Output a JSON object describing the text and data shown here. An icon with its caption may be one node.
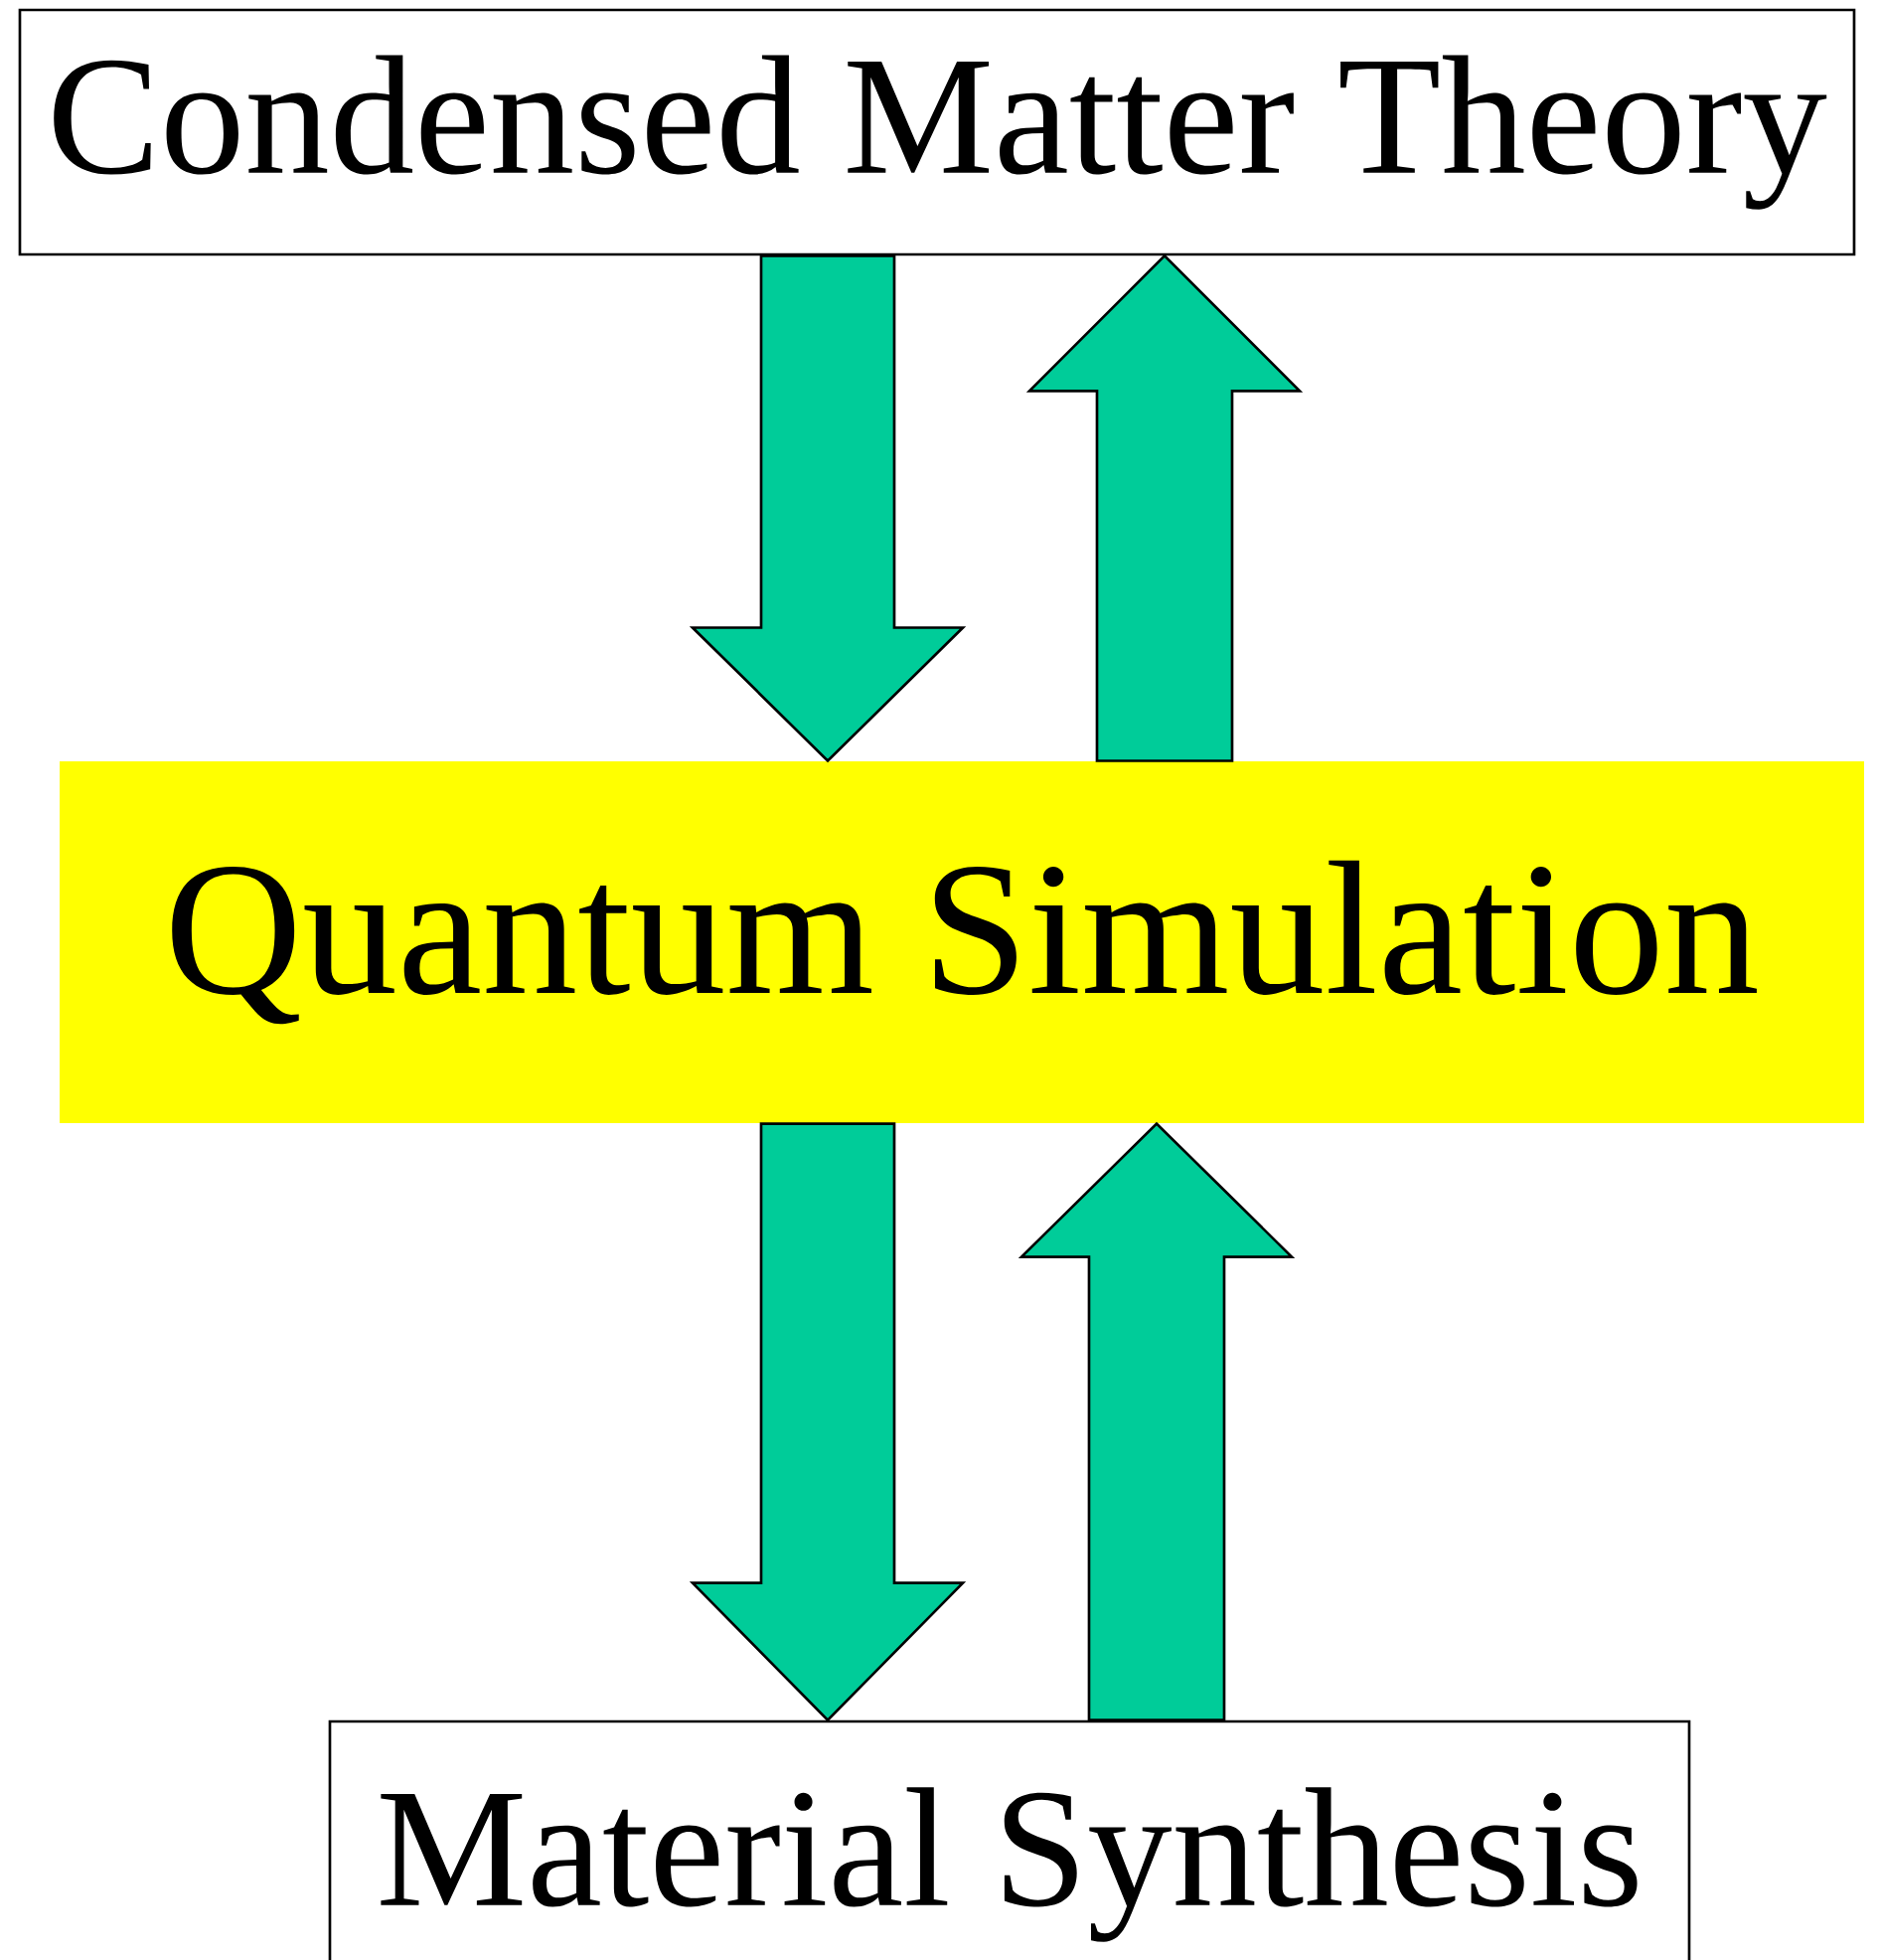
{
  "diagram": {
    "nodes": [
      {
        "text": [
          "Condensed Matter Theory"
        ]
      },
      {
        "text": [
          "Quantum Simulation"
        ]
      },
      {
        "text": [
          "Material Synthesis"
        ]
      }
    ],
    "edges": [
      {
        "from": 0,
        "to": 1,
        "arrow": "to"
      },
      {
        "from": 1,
        "to": 0,
        "arrow": "to"
      },
      {
        "from": 1,
        "to": 2,
        "arrow": "to"
      },
      {
        "from": 2,
        "to": 1,
        "arrow": "to"
      }
    ]
  }
}
